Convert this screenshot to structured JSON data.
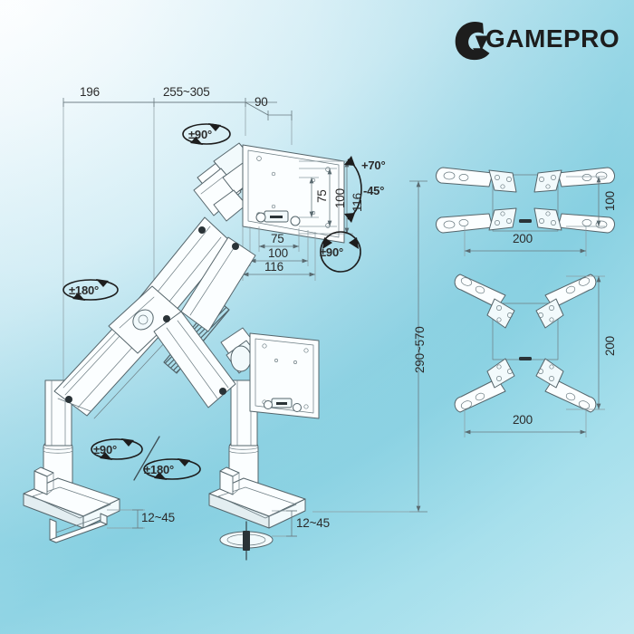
{
  "brand": {
    "name": "GAMEPRO",
    "logo_icon": "gamepro-g-icon"
  },
  "colors": {
    "background_light": "#fdfeff",
    "background_cyan": "#b6e5ef",
    "line": "#4a5a60",
    "text": "#2b2b2b"
  },
  "dimensions": {
    "base_depth": "196",
    "arm_reach": "255~305",
    "head_depth": "90",
    "height_range": "290~570",
    "clamp_thickness_left": "12~45",
    "clamp_thickness_right": "12~45"
  },
  "vesa_front": {
    "width_small": "75",
    "width_mid": "100",
    "width_large": "116",
    "height_small": "75",
    "height_mid": "100",
    "height_large": "116"
  },
  "adapters": [
    {
      "name": "vesa-adapter-200x100",
      "width": "200",
      "height": "100"
    },
    {
      "name": "vesa-adapter-200x200",
      "width": "200",
      "height": "200"
    }
  ],
  "rotation_labels": {
    "head_swivel": "±90°",
    "arm_rotation": "±180°",
    "screen_rotation": "±90°",
    "base_swivel": "±90°",
    "base_rotation": "±180°"
  },
  "tilt": {
    "up": "+70°",
    "down": "-45°"
  }
}
